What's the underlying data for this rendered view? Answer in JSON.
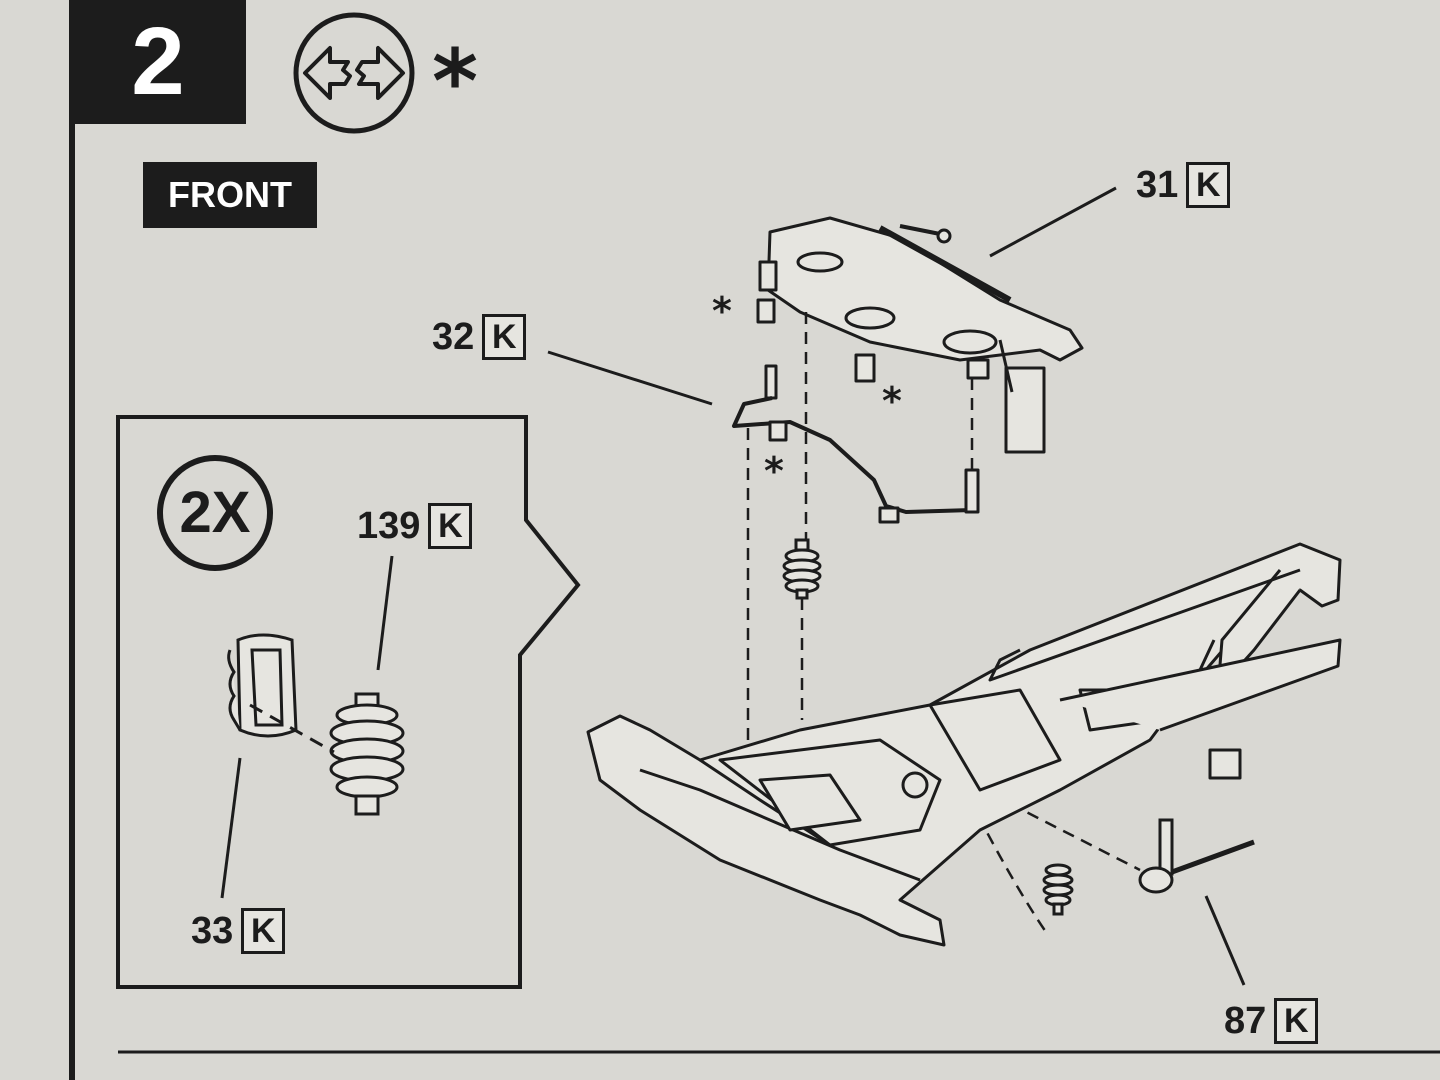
{
  "step": {
    "number": "2"
  },
  "orientation": {
    "label": "FRONT"
  },
  "symbols": {
    "header_marker": "*",
    "marker_glyph": "*",
    "icons": [
      "separate-parts-arrows-icon",
      "asterisk-icon"
    ]
  },
  "inset": {
    "quantity": "2X"
  },
  "callouts": {
    "c31": {
      "number": "31",
      "letter": "K"
    },
    "c32": {
      "number": "32",
      "letter": "K"
    },
    "c139": {
      "number": "139",
      "letter": "K"
    },
    "c33": {
      "number": "33",
      "letter": "K"
    },
    "c87": {
      "number": "87",
      "letter": "K"
    }
  },
  "colors": {
    "ink": "#1c1c1c",
    "paper": "#d9d8d3"
  }
}
